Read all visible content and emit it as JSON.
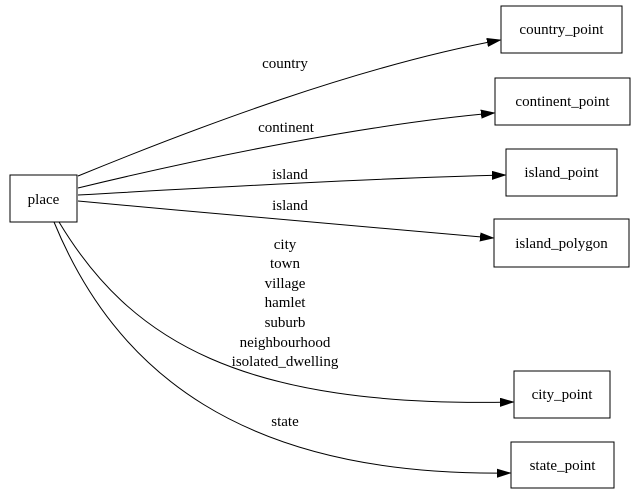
{
  "graph": {
    "type": "directed-graph",
    "colors": {
      "background": "#ffffff",
      "node_fill": "#ffffff",
      "stroke": "#000000",
      "text": "#000000"
    },
    "nodes": [
      {
        "id": "place",
        "label": "place"
      },
      {
        "id": "country_point",
        "label": "country_point"
      },
      {
        "id": "continent_point",
        "label": "continent_point"
      },
      {
        "id": "island_point",
        "label": "island_point"
      },
      {
        "id": "island_polygon",
        "label": "island_polygon"
      },
      {
        "id": "city_point",
        "label": "city_point"
      },
      {
        "id": "state_point",
        "label": "state_point"
      }
    ],
    "edges": [
      {
        "from": "place",
        "to": "country_point",
        "label": "country"
      },
      {
        "from": "place",
        "to": "continent_point",
        "label": "continent"
      },
      {
        "from": "place",
        "to": "island_point",
        "label": "island"
      },
      {
        "from": "place",
        "to": "island_polygon",
        "label": "island"
      },
      {
        "from": "place",
        "to": "city_point",
        "label_lines": [
          "city",
          "town",
          "village",
          "hamlet",
          "suburb",
          "neighbourhood",
          "isolated_dwelling"
        ]
      },
      {
        "from": "place",
        "to": "state_point",
        "label": "state"
      }
    ]
  }
}
